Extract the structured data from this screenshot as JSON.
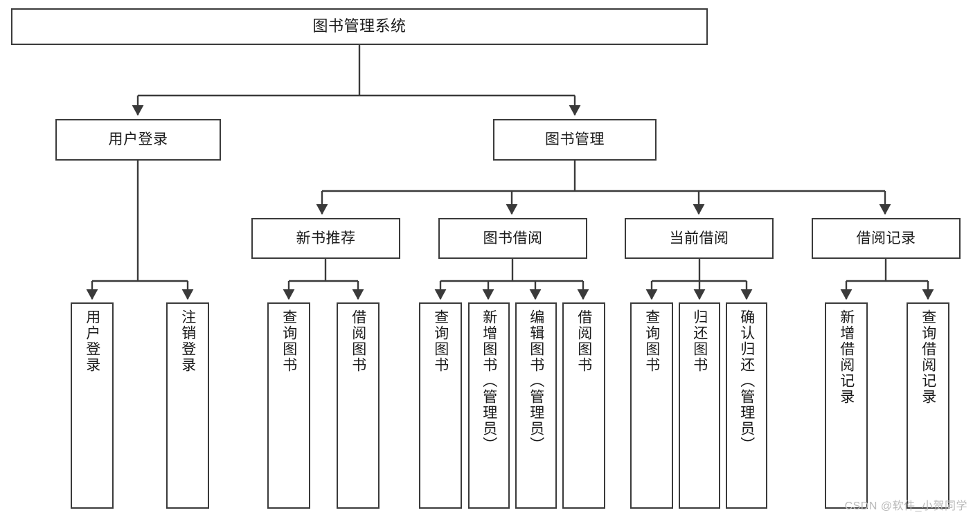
{
  "diagram": {
    "title": "图书管理系统",
    "watermark": "CSDN @软件_小贺同学",
    "colors": {
      "background": "#ffffff",
      "node_fill": "#ffffff",
      "node_stroke": "#3a3a3a",
      "text": "#1b1b1b",
      "watermark": "#b9b9b9"
    },
    "root": {
      "label": "图书管理系统"
    },
    "level2": [
      {
        "label": "用户登录"
      },
      {
        "label": "图书管理"
      }
    ],
    "level3": [
      {
        "label": "新书推荐"
      },
      {
        "label": "图书借阅"
      },
      {
        "label": "当前借阅"
      },
      {
        "label": "借阅记录"
      }
    ],
    "leaves": {
      "user_login": [
        {
          "label": "用户登录"
        },
        {
          "label": "注销登录"
        }
      ],
      "new_book_recommend": [
        {
          "label": "查询图书"
        },
        {
          "label": "借阅图书"
        }
      ],
      "book_borrow": [
        {
          "label": "查询图书"
        },
        {
          "label": "新增图书（管理员）"
        },
        {
          "label": "编辑图书（管理员）"
        },
        {
          "label": "借阅图书"
        }
      ],
      "current_borrow": [
        {
          "label": "查询图书"
        },
        {
          "label": "归还图书"
        },
        {
          "label": "确认归还（管理员）"
        }
      ],
      "borrow_record": [
        {
          "label": "新增借阅记录"
        },
        {
          "label": "查询借阅记录"
        }
      ]
    }
  }
}
